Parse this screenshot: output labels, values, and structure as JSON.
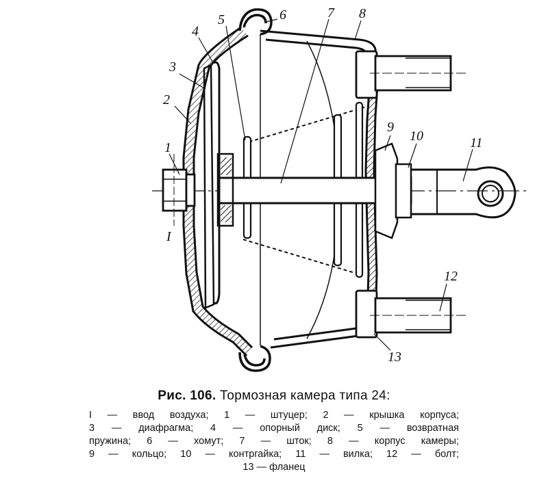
{
  "figure": {
    "labels": {
      "l1": "1",
      "l2": "2",
      "l3": "3",
      "l4": "4",
      "l5": "5",
      "l6": "6",
      "l7": "7",
      "l8": "8",
      "l9": "9",
      "l10": "10",
      "l11": "11",
      "l12": "12",
      "l13": "13",
      "lI": "I"
    }
  },
  "caption": {
    "fig_number": "Рис. 106.",
    "title": "Тормозная камера типа 24:",
    "legend_lines": [
      "I — ввод воздуха; 1 — штуцер; 2 — крышка корпуса;",
      "3 — диафрагма; 4 — опорный диск; 5 — возвратная",
      "пружина; 6 — хомут; 7 — шток; 8 — корпус камеры;",
      "9 — кольцо; 10 — контргайка; 11 — вилка; 12 — болт;",
      "13 — фланец"
    ]
  }
}
